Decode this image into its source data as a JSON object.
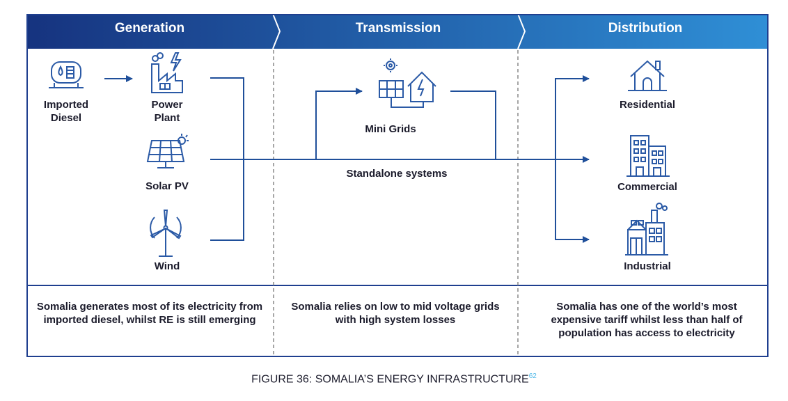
{
  "headers": {
    "generation": "Generation",
    "transmission": "Transmission",
    "distribution": "Distribution"
  },
  "nodes": {
    "imported_diesel": "Imported\nDiesel",
    "power_plant": "Power\nPlant",
    "solar_pv": "Solar PV",
    "wind": "Wind",
    "mini_grids": "Mini Grids",
    "standalone": "Standalone systems",
    "residential": "Residential",
    "commercial": "Commercial",
    "industrial": "Industrial"
  },
  "summaries": {
    "generation": "Somalia generates most of its electricity from imported diesel, whilst RE is still emerging",
    "transmission": "Somalia relies on low to mid voltage grids with high system losses",
    "distribution": "Somalia has one of the world’s most expensive tariff whilst less than half of population has access to electricity"
  },
  "caption": {
    "text": "FIGURE 36: SOMALIA’S ENERGY INFRASTRUCTURE",
    "ref": "62"
  },
  "colors": {
    "header_dark": "#16337f",
    "header_light": "#2f8fd6",
    "arrow": "#1f4f9a",
    "icon": "#2b5aa6"
  }
}
